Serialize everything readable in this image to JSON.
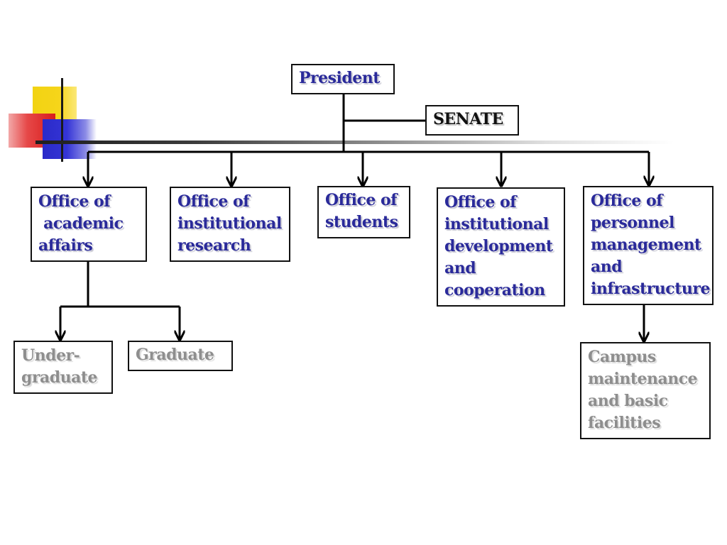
{
  "org_chart": {
    "president": "President",
    "senate": "SENATE",
    "offices": {
      "academic_affairs": "Office of\n academic\naffairs",
      "institutional_research": "Office of\ninstitutional\nresearch",
      "students": "Office of\nstudents",
      "institutional_development": "Office of\ninstitutional\ndevelopment\nand\ncooperation",
      "personnel_management": "Office of\npersonnel\nmanagement\nand\ninfrastructure"
    },
    "sub_units": {
      "undergraduate": "Under-\ngraduate",
      "graduate": "Graduate",
      "campus_maintenance": "Campus\nmaintenance\nand basic\nfacilities"
    }
  },
  "colors": {
    "office_text": "#2a2a9a",
    "sub_unit_text": "#8e8e8e",
    "senate_text": "#111111",
    "line": "#000000"
  }
}
